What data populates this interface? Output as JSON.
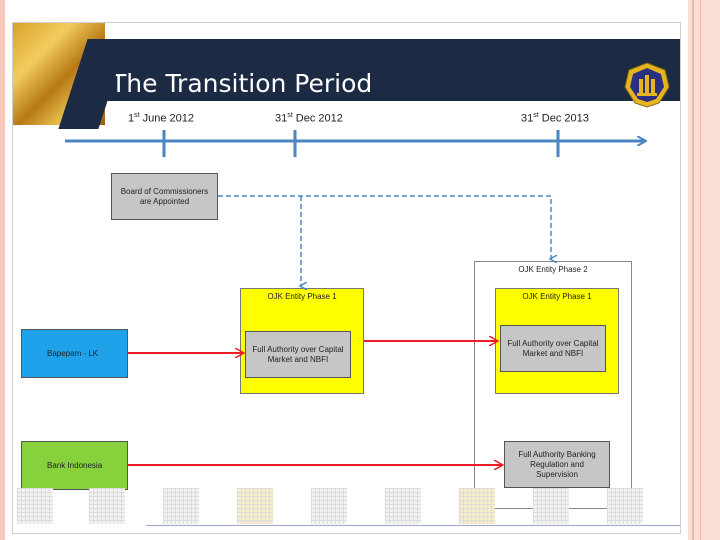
{
  "slide": {
    "title": "The Transition Period"
  },
  "timeline": {
    "markers": [
      {
        "base": "1",
        "sup": "st",
        "rest": " June 2012"
      },
      {
        "base": "31",
        "sup": "st",
        "rest": " Dec 2012"
      },
      {
        "base": "31",
        "sup": "st",
        "rest": " Dec 2013"
      }
    ]
  },
  "boxes": {
    "board": "Board of Commissioners are Appointed",
    "phase1_left_label": "OJK Entity Phase 1",
    "phase1_left_inner": "Full Authority over Capital Market and NBFI",
    "phase2_label": "OJK Entity Phase 2",
    "phase1_right_label": "OJK Entity Phase 1",
    "phase1_right_inner": "Full Authority over Capital Market and NBFI",
    "banking_inner": "Full Authority Banking Regulation and Supervision",
    "bapepam": "Bapepam - LK",
    "bank_indonesia": "Bank Indonesia"
  },
  "colors": {
    "timeline": "#4a86c0",
    "arrow": "#ee1c24",
    "dashed": "#4a86c0",
    "header": "#1d2a44"
  }
}
